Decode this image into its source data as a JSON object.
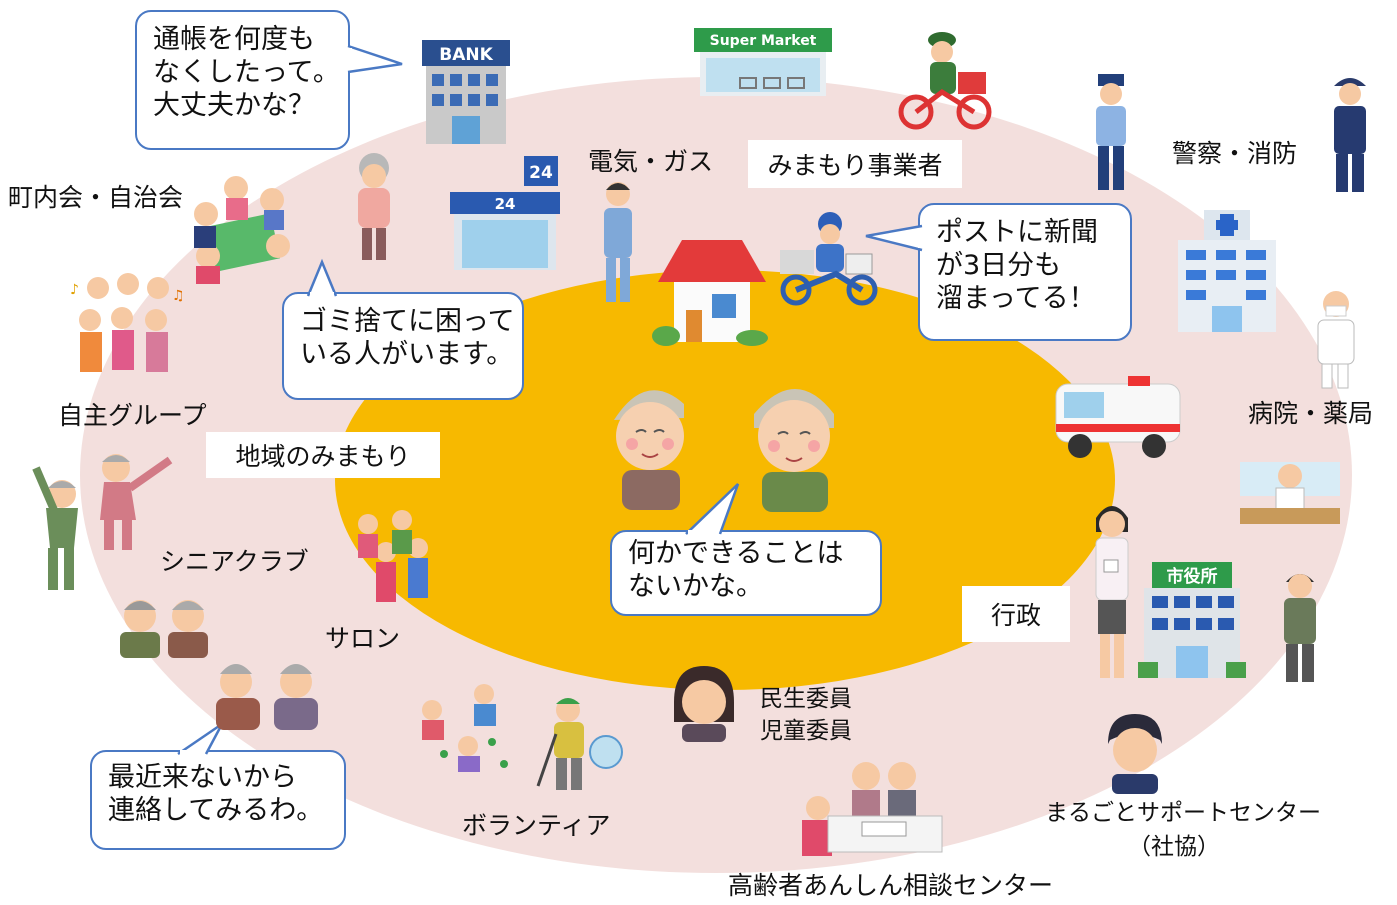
{
  "colors": {
    "outer_ring": "#f3dfdd",
    "inner_circle": "#f7b900",
    "bubble_border": "#4a79c4"
  },
  "labels": {
    "denki_gas": "電気・ガス",
    "mimamori_jigyosha": "みまもり事業者",
    "keisatsu_shobo": "警察・消防",
    "chonaikai": "町内会・自治会",
    "jishu_group": "自主グループ",
    "chiiki_mimamori": "地域のみまもり",
    "senior_club": "シニアクラブ",
    "salon": "サロン",
    "volunteer": "ボランティア",
    "minsei_line1": "民生委員",
    "minsei_line2": "児童委員",
    "koreisha_center": "高齢者あんしん相談センター",
    "marugoto_line1": "まるごとサポートセンター",
    "marugoto_line2": "（社協）",
    "gyosei": "行政",
    "byoin_yakkyoku": "病院・薬局"
  },
  "signs": {
    "bank": "BANK",
    "supermarket": "Super Market",
    "conbini": "24",
    "city_hall": "市役所"
  },
  "bubbles": {
    "bankbook": [
      "通帳を何度も",
      "なくしたって。",
      "大丈夫かな？"
    ],
    "garbage": [
      "ゴミ捨てに困って",
      "いる人がいます。"
    ],
    "newspaper": [
      "ポストに新聞",
      "が3日分も",
      "溜まってる！"
    ],
    "help": [
      "何かできることは",
      "ないかな。"
    ],
    "contact": [
      "最近来ないから",
      "連絡してみるわ。"
    ]
  },
  "icons": [
    "bank-icon",
    "supermarket-icon",
    "postman-icon",
    "police-icon",
    "firefighter-icon",
    "convenience-store-icon",
    "elderly-woman-icon",
    "meeting-group-icon",
    "choir-group-icon",
    "utility-worker-icon",
    "house-icon",
    "newspaper-delivery-icon",
    "hospital-icon",
    "doctor-icon",
    "ambulance-icon",
    "pharmacist-icon",
    "elderly-couple-icon",
    "exercise-seniors-icon",
    "salon-group-icon",
    "city-hall-icon",
    "official-icon",
    "staff-woman-icon",
    "welfare-volunteer-icon",
    "garden-volunteer-icon",
    "cleanup-volunteer-icon",
    "consultation-icon",
    "support-staff-icon",
    "chatting-women-icon"
  ]
}
